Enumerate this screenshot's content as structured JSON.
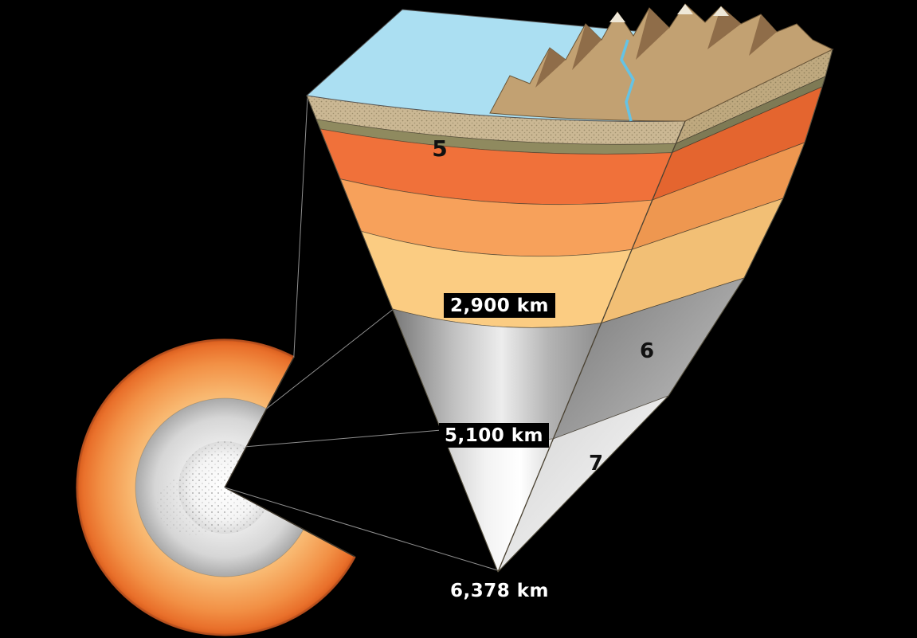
{
  "labels": {
    "layer5": "5",
    "layer6": "6",
    "layer7": "7",
    "depth_mantle_core_boundary": "2,900 km",
    "depth_outer_inner_core_boundary": "5,100 km",
    "depth_earth_center": "6,378 km"
  },
  "colors": {
    "background": "#000000",
    "sky_surface": "#ABDFF2",
    "terrain": "#C2A172",
    "river": "#5BC6F2",
    "crust_band": "#CBB894",
    "soil_band": "#8F8A5F",
    "upper_mantle_orange": "#F0713A",
    "mantle_light_orange": "#F7A15B",
    "lower_mantle_yellow": "#FBCC82",
    "outer_core_gray": "#9A9A9A",
    "inner_core_white": "#F2F2F2",
    "cutaway_mantle_orange": "#EE7D2F",
    "depth_label_bg": "#000000",
    "depth_label_text": "#FFFFFF"
  }
}
